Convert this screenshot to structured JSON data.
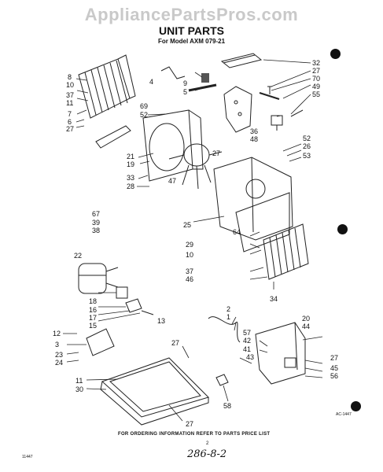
{
  "watermark": "AppliancePartsPros.com",
  "header": {
    "title": "UNIT PARTS",
    "subtitle": "For Model AXM 079-21"
  },
  "footer": "FOR ORDERING INFORMATION REFER TO PARTS PRICE LIST",
  "figure_ref": "AC-1447",
  "corner_code": "11447",
  "page_number": "2",
  "handwritten_note": "286-8-2",
  "callouts": [
    {
      "text": "8"
    },
    {
      "text": "10"
    },
    {
      "text": "37"
    },
    {
      "text": "11"
    },
    {
      "text": "7"
    },
    {
      "text": "6"
    },
    {
      "text": "27"
    },
    {
      "text": "4"
    },
    {
      "text": "9"
    },
    {
      "text": "5"
    },
    {
      "text": "69"
    },
    {
      "text": "52"
    },
    {
      "text": "32"
    },
    {
      "text": "27"
    },
    {
      "text": "70"
    },
    {
      "text": "49"
    },
    {
      "text": "55"
    },
    {
      "text": "36"
    },
    {
      "text": "48"
    },
    {
      "text": "52"
    },
    {
      "text": "26"
    },
    {
      "text": "53"
    },
    {
      "text": "27"
    },
    {
      "text": "21"
    },
    {
      "text": "19"
    },
    {
      "text": "33"
    },
    {
      "text": "28"
    },
    {
      "text": "47"
    },
    {
      "text": "67"
    },
    {
      "text": "39"
    },
    {
      "text": "38"
    },
    {
      "text": "25"
    },
    {
      "text": "64"
    },
    {
      "text": "29"
    },
    {
      "text": "10"
    },
    {
      "text": "22"
    },
    {
      "text": "37"
    },
    {
      "text": "46"
    },
    {
      "text": "34"
    },
    {
      "text": "18"
    },
    {
      "text": "16"
    },
    {
      "text": "17"
    },
    {
      "text": "15"
    },
    {
      "text": "13"
    },
    {
      "text": "2"
    },
    {
      "text": "1"
    },
    {
      "text": "20"
    },
    {
      "text": "44"
    },
    {
      "text": "57"
    },
    {
      "text": "42"
    },
    {
      "text": "41"
    },
    {
      "text": "43"
    },
    {
      "text": "12"
    },
    {
      "text": "3"
    },
    {
      "text": "23"
    },
    {
      "text": "24"
    },
    {
      "text": "27"
    },
    {
      "text": "11"
    },
    {
      "text": "30"
    },
    {
      "text": "27"
    },
    {
      "text": "58"
    },
    {
      "text": "27"
    },
    {
      "text": "45"
    },
    {
      "text": "56"
    }
  ]
}
